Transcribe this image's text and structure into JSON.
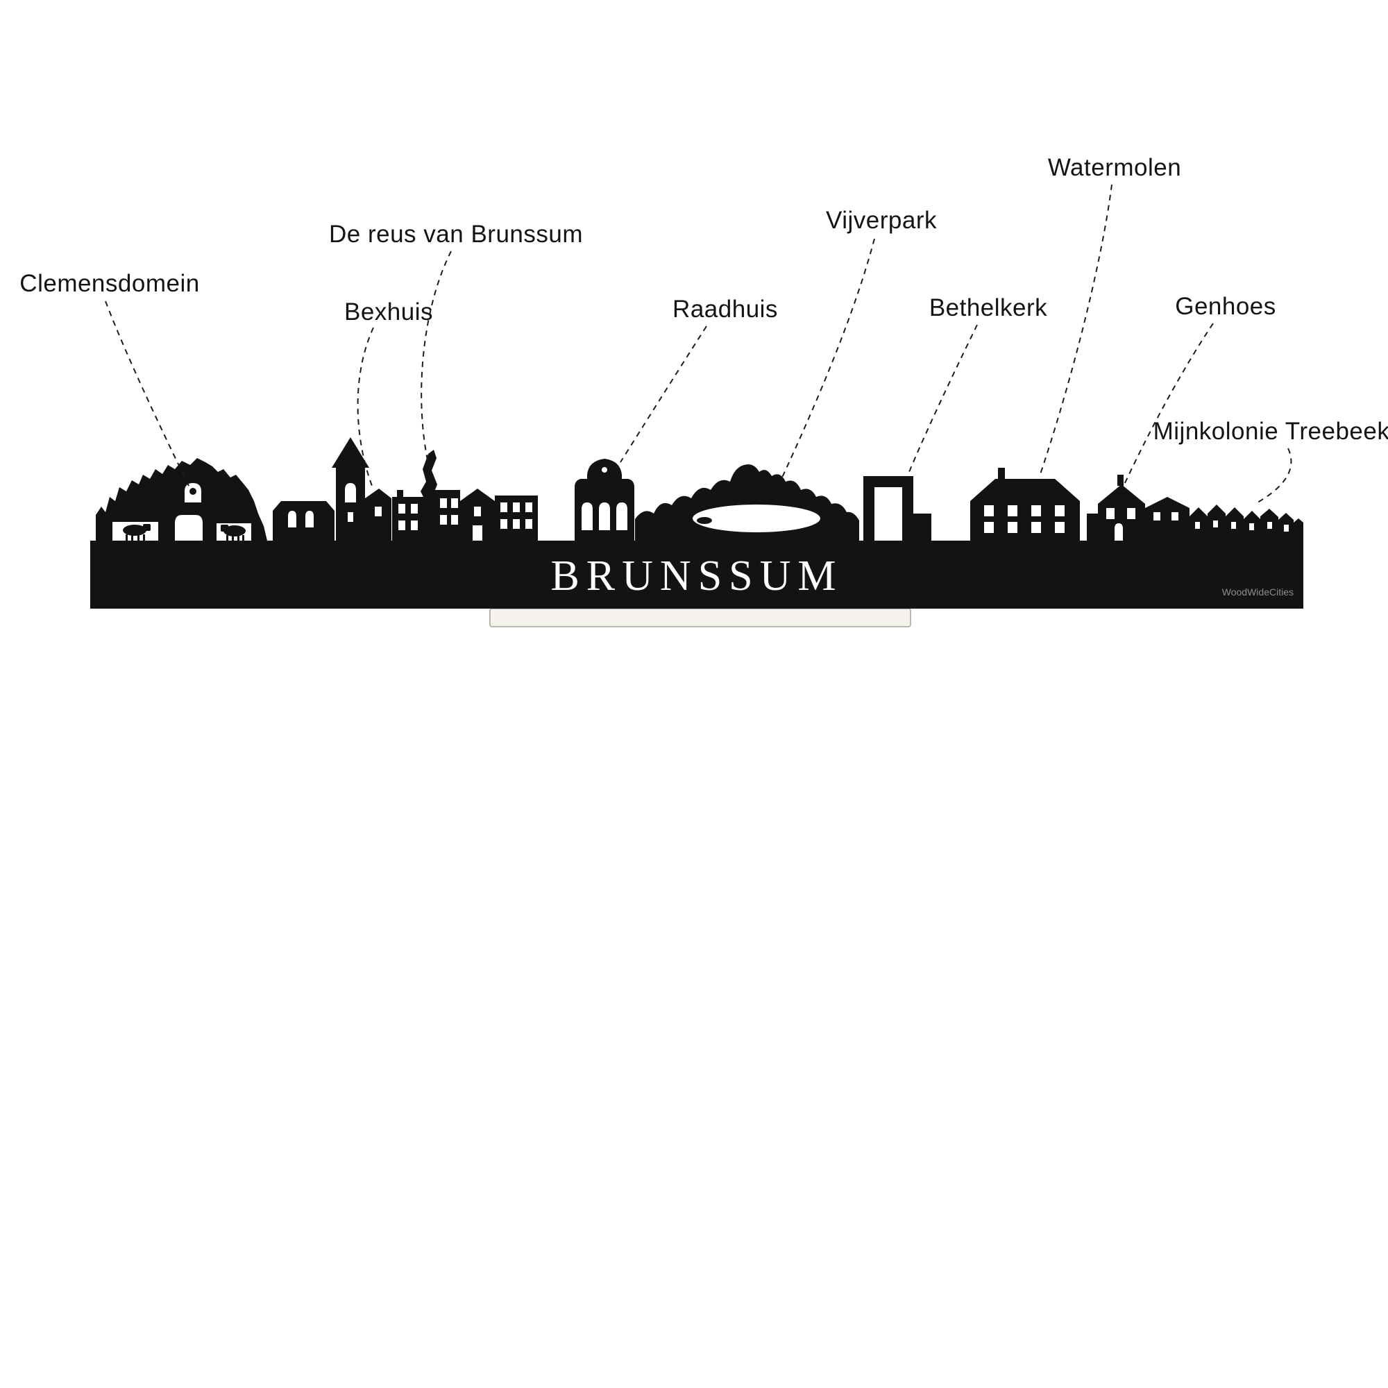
{
  "skyline": {
    "title": "BRUNSSUM",
    "watermark": "WoodWideCities",
    "silhouette_color": "#131313",
    "text_color": "#ffffff",
    "background_color": "#ffffff",
    "base_color": "#f5f2ee"
  },
  "annotations": [
    {
      "id": "clemensdomein",
      "label": "Clemensdomein"
    },
    {
      "id": "bexhuis",
      "label": "Bexhuis"
    },
    {
      "id": "de-reus-van-brunssum",
      "label": "De reus van Brunssum"
    },
    {
      "id": "raadhuis",
      "label": "Raadhuis"
    },
    {
      "id": "vijverpark",
      "label": "Vijverpark"
    },
    {
      "id": "bethelkerk",
      "label": "Bethelkerk"
    },
    {
      "id": "watermolen",
      "label": "Watermolen"
    },
    {
      "id": "genhoes",
      "label": "Genhoes"
    },
    {
      "id": "mijnkolonie-treebeek",
      "label": "Mijnkolonie Treebeek"
    }
  ]
}
